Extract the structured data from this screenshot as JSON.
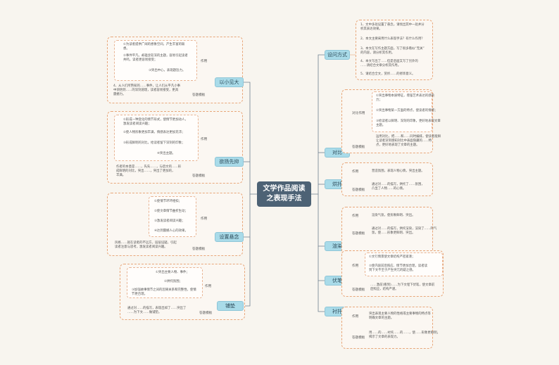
{
  "center": {
    "line1": "文学作品阅读",
    "line2": "之表现手法"
  },
  "left": [
    {
      "label": "以小见大",
      "lines": [
        "①为读者提供广阔的想象空间，产生丰富的联",
        "想。",
        "②事件平凡，却蕴含较深的主题，容易引起读者",
        "共鸣，读者更容易接受；",
        "③突出中心，表现题旨力。",
        "4、从人们所熟知的……事件，让人们从平凡小事",
        "中领悟到……的深刻道理，读者容易接受，更具",
        "震撼力。"
      ],
      "tag": "作用",
      "template": "答题模板"
    },
    {
      "label": "欲扬先抑",
      "lines": [
        "①形成一种变化的情节形式，使情节更加动人，",
        "激发读者阅读兴趣；",
        "②使人物形象更加丰满，情感表达更加充沛；",
        "③形成鲜明的对比，给读者留下深刻的印象；",
        "④突出主题。",
        "作者的本意是……，先先……，与后文的……形",
        "成鲜明的对比，突出……，突出了更加的，",
        "丰满。"
      ],
      "tag": "作用",
      "template": "答题模板"
    },
    {
      "label": "设置悬念",
      "lines": [
        "①使情节环环相扣；",
        "②使文章情节曲折生动；",
        "③激发读者阅读兴趣；",
        "④达到震撼人心的效果。",
        "风格……就在读者的不远方，层层设疑，引起",
        "读者注意与思考，激发读者阅读兴趣。"
      ],
      "tag": "作用",
      "template": "答题模板"
    },
    {
      "label": "铺垫",
      "lines": [
        "①突出主要人物、事件；",
        "②烘托氛围；",
        "③加强故事情节之间的因果关系和完整性，使情",
        "节更合理。",
        "通过对……的描写，表现出如了……突出了",
        "……为下文……做铺垫。"
      ],
      "tag": "作用",
      "template": "答题模板"
    }
  ],
  "right": [
    {
      "label": "设问方式",
      "lines": [
        "1、文中多处设置了悬念，请找出其中一处并分",
        "析其表达效果。",
        "2、本文主要采用什么表现手法？有什么作用？",
        "3、本文在写作主题方面，写了很多看似“无关”",
        "的内容，请分析其作用。",
        "4、本文写出了……但是后面又写了另外的",
        "……请结合文章分析其作用。",
        "5、请结合全文，赏析……的修饰意义。"
      ]
    },
    {
      "label": "对比",
      "lines": [
        "①突出事物本质特征，增强艺术表达的感染",
        "力；",
        "②突出事物某一方面的特点，使读者的情感；",
        "③给读者以鲜明、深刻的印象，更好地表现文章",
        "主题。",
        "运用对比，把……和……同时编排，使读者能鲜",
        "让读者深刻感知对比中表面隐藏的……特",
        "点，更好地表现了文章的主题。"
      ],
      "tag": "对比作用",
      "template": "答题模板"
    },
    {
      "label": "烘托",
      "lines": [
        "营造氛围，表现人物心情，突出主题。",
        "通过对……的描写，烘托了……氛围，",
        "凸显了人物……的心情。"
      ],
      "tag": "作用",
      "template": "答题模板"
    },
    {
      "label": "渲染",
      "lines": [
        "渲染气氛，使形象鲜明、突出。",
        "通过对……的描写，烘托渲染，渲染了……的气",
        "氛，使……形象更鲜明、突出。"
      ],
      "tag": "作用",
      "template": "答题模板"
    },
    {
      "label": "伏笔",
      "lines": [
        "①文行情景使文章结构严密紧凑；",
        "②使内容前后照应、情节更加合理，读者读",
        "到下文不至于产生突兀的疑之感。",
        "……激前(看到)……为下文埋下伏笔，使文章前",
        "后照应，结构严谨。"
      ],
      "tag": "作用",
      "template": "答题模板"
    },
    {
      "label": "衬托",
      "lines": [
        "突出表现主要人物的性格或主要事物的特点等",
        "明确文章的主题。",
        "用……的……衬托……的……，使……形象更鲜明，",
        "揭示了文章的表现力。"
      ],
      "tag": "作用",
      "template": "答题模板"
    }
  ],
  "colors": {
    "center": "#4d6275",
    "node": "#a9dbe9",
    "branch": "#6f8090",
    "border": "#e8a77a",
    "background": "#f8f5ef"
  }
}
